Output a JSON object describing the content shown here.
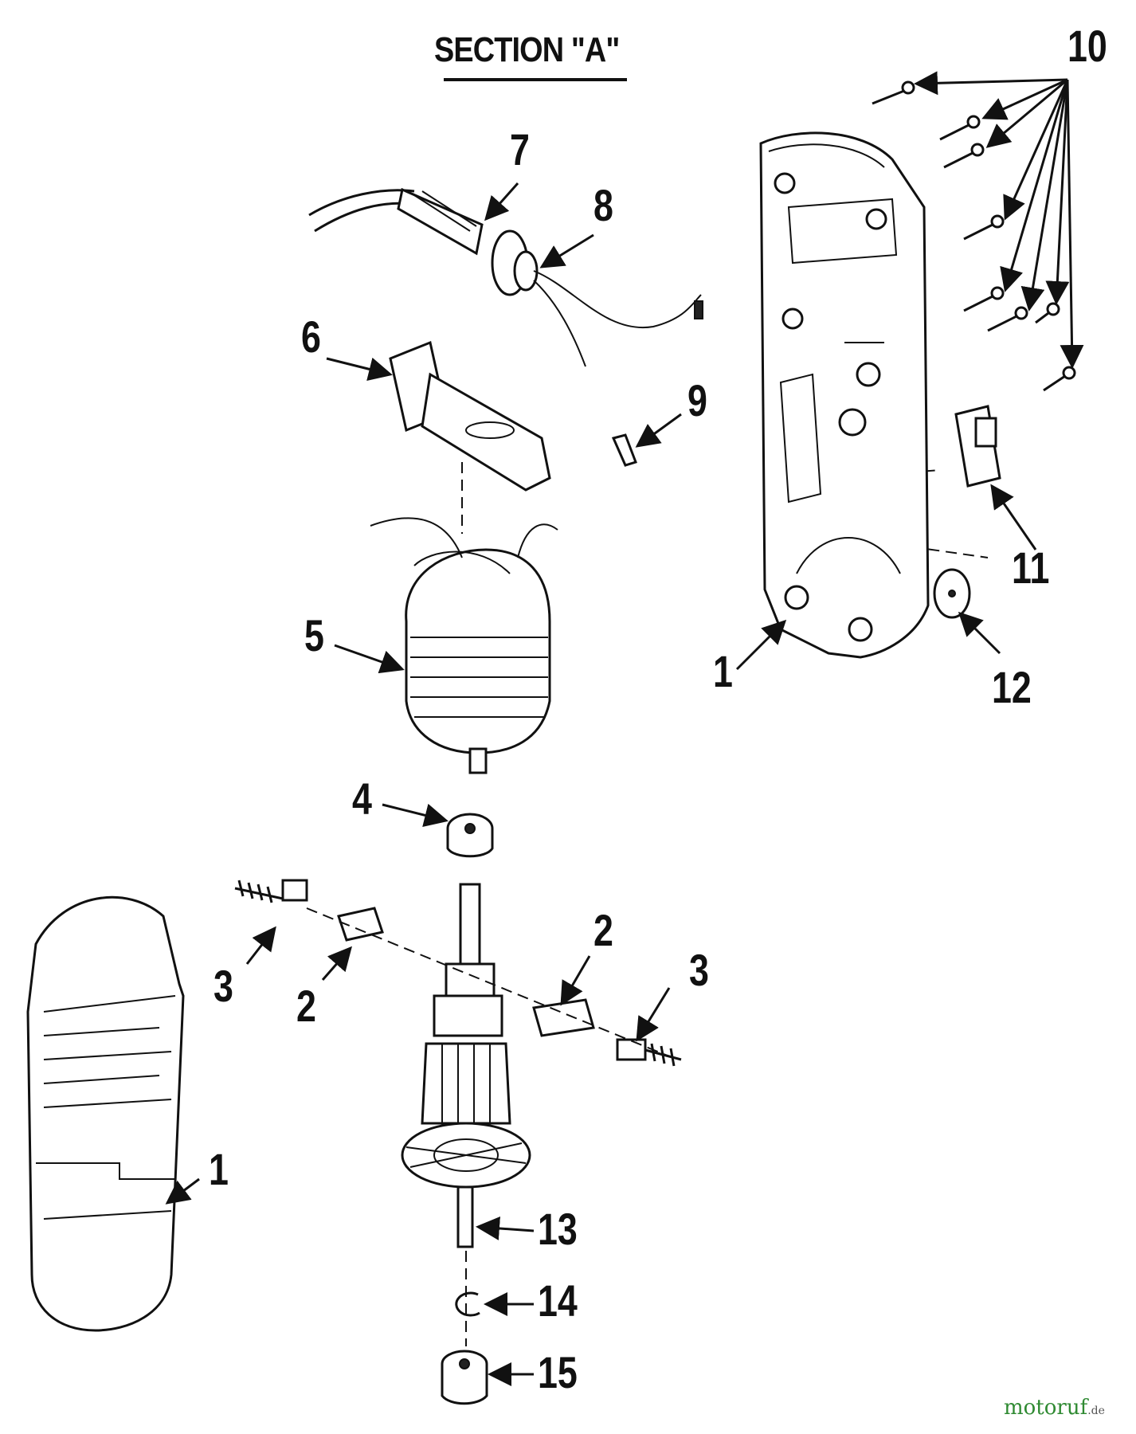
{
  "diagram": {
    "title": "SECTION \"A\"",
    "watermark": {
      "brand": "motoruf",
      "tld": ".de"
    },
    "callouts": {
      "c1_housing_right": "1",
      "c1_housing_left": "1",
      "c2_left": "2",
      "c2_right": "2",
      "c3_left": "3",
      "c3_right": "3",
      "c4": "4",
      "c5": "5",
      "c6": "6",
      "c7": "7",
      "c8": "8",
      "c9": "9",
      "c10": "10",
      "c11": "11",
      "c12": "12",
      "c13": "13",
      "c14": "14",
      "c15": "15"
    }
  }
}
